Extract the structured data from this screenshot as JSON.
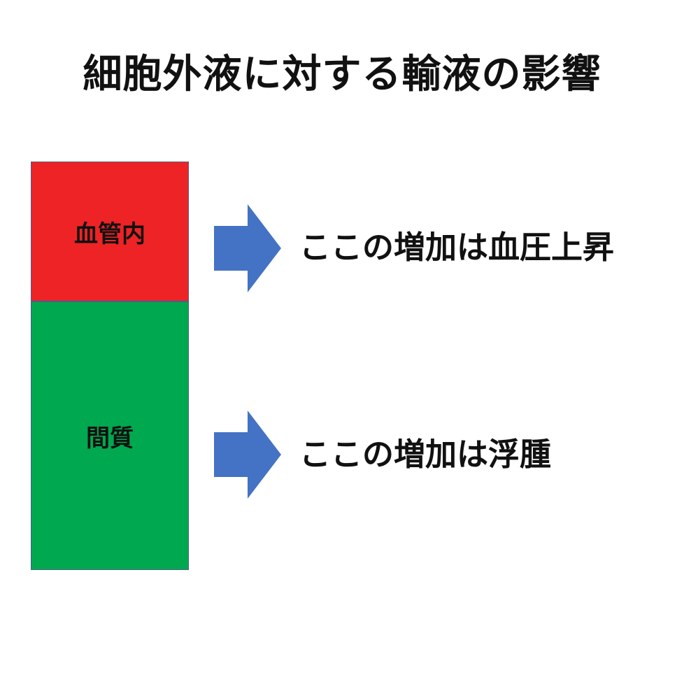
{
  "title": "細胞外液に対する輸液の影響",
  "compartments": [
    {
      "label": "血管内",
      "color": "#ee2325"
    },
    {
      "label": "間質",
      "color": "#00a84f"
    }
  ],
  "effects": [
    {
      "text": "ここの増加は血圧上昇"
    },
    {
      "text": "ここの増加は浮腫"
    }
  ],
  "colors": {
    "arrow": "#4472c4",
    "box_border": "#4a5f8c",
    "text": "#111111",
    "background": "#ffffff"
  },
  "icons": [
    "right-arrow-icon",
    "right-arrow-icon"
  ]
}
